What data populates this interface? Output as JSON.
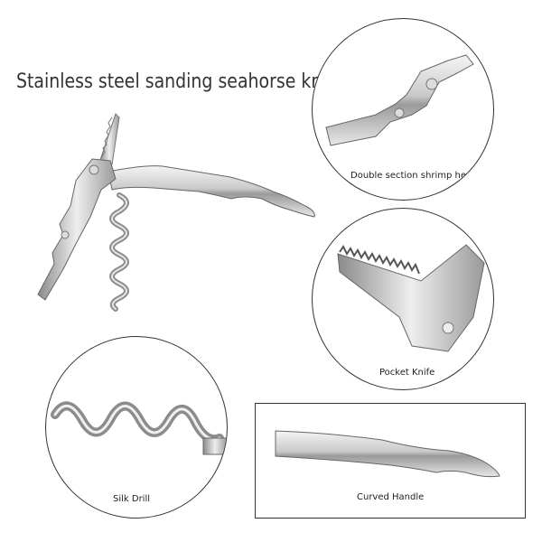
{
  "title": "Stainless steel sanding seahorse knife",
  "details": {
    "shrimp_head": "Double section shrimp head",
    "pocket_knife": "Pocket Knife",
    "silk_drill": "Silk Drill",
    "curved_handle": "Curved Handle"
  },
  "colors": {
    "steel_light": "#e6e6e6",
    "steel_mid": "#b8b8b8",
    "steel_dark": "#6e6e6e",
    "outline": "#333333"
  }
}
